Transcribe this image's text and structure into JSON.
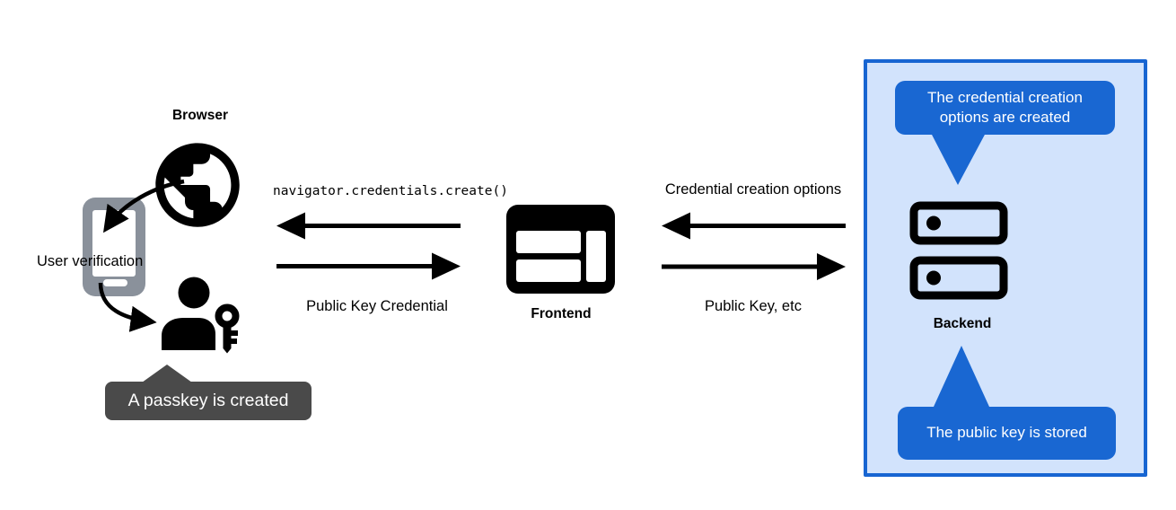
{
  "diagram": {
    "title_meaning": "Passkey registration flow",
    "browser": {
      "label": "Browser"
    },
    "user_verification": {
      "label": "User verification"
    },
    "passkey_tooltip": {
      "text": "A passkey is created"
    },
    "frontend": {
      "label": "Frontend"
    },
    "backend": {
      "label": "Backend",
      "tooltip_top": "The credential creation options are created",
      "tooltip_bottom": "The public key is stored"
    },
    "flows": {
      "create_call": "navigator.credentials.create()",
      "public_key_credential": "Public Key Credential",
      "credential_creation_options": "Credential creation options",
      "public_key_etc": "Public Key, etc"
    },
    "icons": {
      "globe-icon": "web browser globe",
      "smartphone-icon": "phone performing user verification",
      "person-key-icon": "user with passkey",
      "frontend-window-icon": "frontend web app window",
      "backend-server-icon": "backend server stack",
      "arrow-icons": "black flow arrows"
    },
    "colors": {
      "accent_blue": "#1967D2",
      "panel_border_blue": "#1765D2",
      "panel_bg": "#D2E3FC",
      "tooltip_gray": "#4A4A4A",
      "phone_gray": "#8A919B",
      "ink": "#000000",
      "background": "#ffffff"
    }
  }
}
